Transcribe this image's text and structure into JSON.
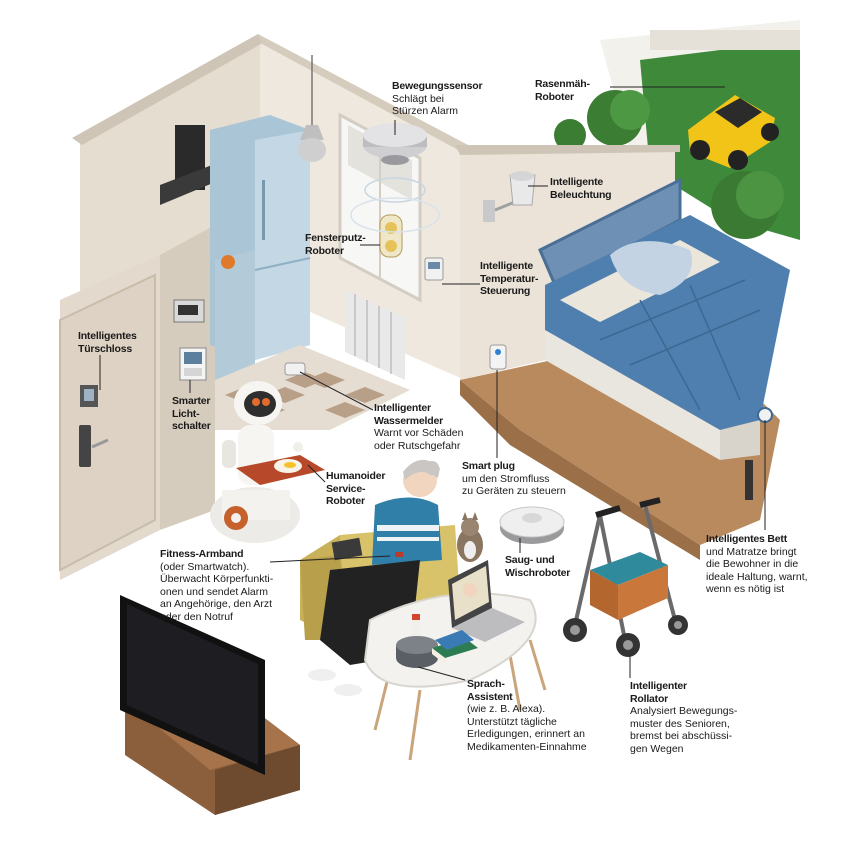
{
  "callouts": {
    "motion_sensor": {
      "title": "Bewegungssensor",
      "desc": "Schlägt bei\nStürzen Alarm"
    },
    "lawn_robot": {
      "title": "Rasenmäh-\nRoboter",
      "desc": ""
    },
    "lighting": {
      "title": "Intelligente\nBeleuchtung",
      "desc": ""
    },
    "window_robot": {
      "title": "Fensterputz-\nRoboter",
      "desc": ""
    },
    "temperature": {
      "title": "Intelligente\nTemperatur-\nSteuerung",
      "desc": ""
    },
    "door_lock": {
      "title": "Intelligentes\nTürschloss",
      "desc": ""
    },
    "light_switch": {
      "title": "Smarter\nLicht-\nschalter",
      "desc": ""
    },
    "water_detector": {
      "title": "Intelligenter\nWassermelder",
      "desc": "Warnt vor Schäden\noder Rutschgefahr"
    },
    "smart_plug": {
      "title": "Smart plug",
      "desc": "um den Stromfluss\nzu Geräten zu steuern"
    },
    "service_robot": {
      "title": "Humanoider\nService-\nRoboter",
      "desc": ""
    },
    "fitness_band": {
      "title": "Fitness-Armband",
      "desc": "(oder Smartwatch).\nÜberwacht Körperfunkti-\nonen und sendet Alarm\nan Angehörige, den Arzt\noder den Notruf"
    },
    "vacuum": {
      "title": "Saug- und\nWischroboter",
      "desc": ""
    },
    "smart_bed": {
      "title": "Intelligentes Bett",
      "desc": "und Matratze bringt\ndie Bewohner in die\nideale Haltung, warnt,\nwenn es nötig ist"
    },
    "voice_assistant": {
      "title": "Sprach-\nAssistent",
      "desc": "(wie z. B. Alexa).\nUnterstützt tägliche\nErledigungen, erinnert an\nMedikamenten-Einnahme"
    },
    "walker": {
      "title": "Intelligenter\nRollator",
      "desc": "Analysiert Bewegungs-\nmuster des Senioren,\nbremst bei abschüssi-\ngen Wegen"
    }
  },
  "colors": {
    "wall": "#e9e1d6",
    "wall_shade": "#d7cdbf",
    "floor_wood": "#b98a5e",
    "bed_blue": "#4f7fae",
    "lawn": "#3f8a3a",
    "mower_yellow": "#f2c418",
    "sweater": "#2f7fa8",
    "sofa": "#c9b15a"
  }
}
